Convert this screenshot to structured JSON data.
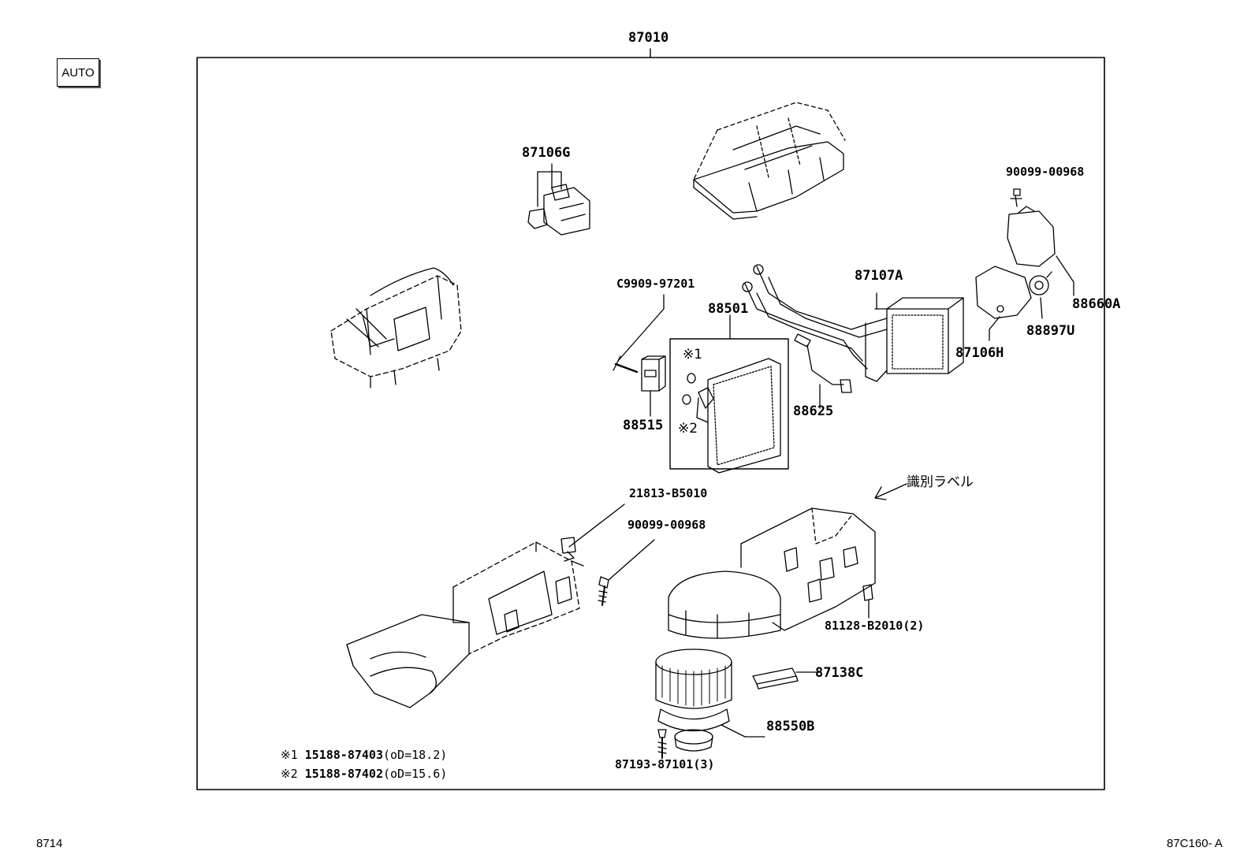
{
  "assembly": {
    "part_no": "87010"
  },
  "badge": {
    "label": "AUTO"
  },
  "callouts": {
    "damper_servo_upper": "87106G",
    "screw_top_right": "90099-00968",
    "damper_servo_arm": "88660A",
    "damper_motor": "88897U",
    "damper_servo_right": "87106H",
    "heater_core": "87107A",
    "evaporator_group": "88501",
    "bolt": "C9909-97201",
    "expansion_valve": "88515",
    "thermistor": "88625",
    "note_mark_1": "※1",
    "note_mark_2": "※2",
    "id_label": "識別ラベル",
    "grommet": "21813-B5010",
    "screw_mid": "90099-00968",
    "clip": "81128-B2010(2)",
    "resistor": "87138C",
    "blower_motor": "88550B",
    "screw_bottom": "87193-87101(3)"
  },
  "notes": [
    {
      "mark": "※1",
      "part": "15188-87403",
      "spec": "(oD=18.2)"
    },
    {
      "mark": "※2",
      "part": "15188-87402",
      "spec": "(oD=15.6)"
    }
  ],
  "footer": {
    "page_code": "8714",
    "figure_code": "87C160- A"
  }
}
